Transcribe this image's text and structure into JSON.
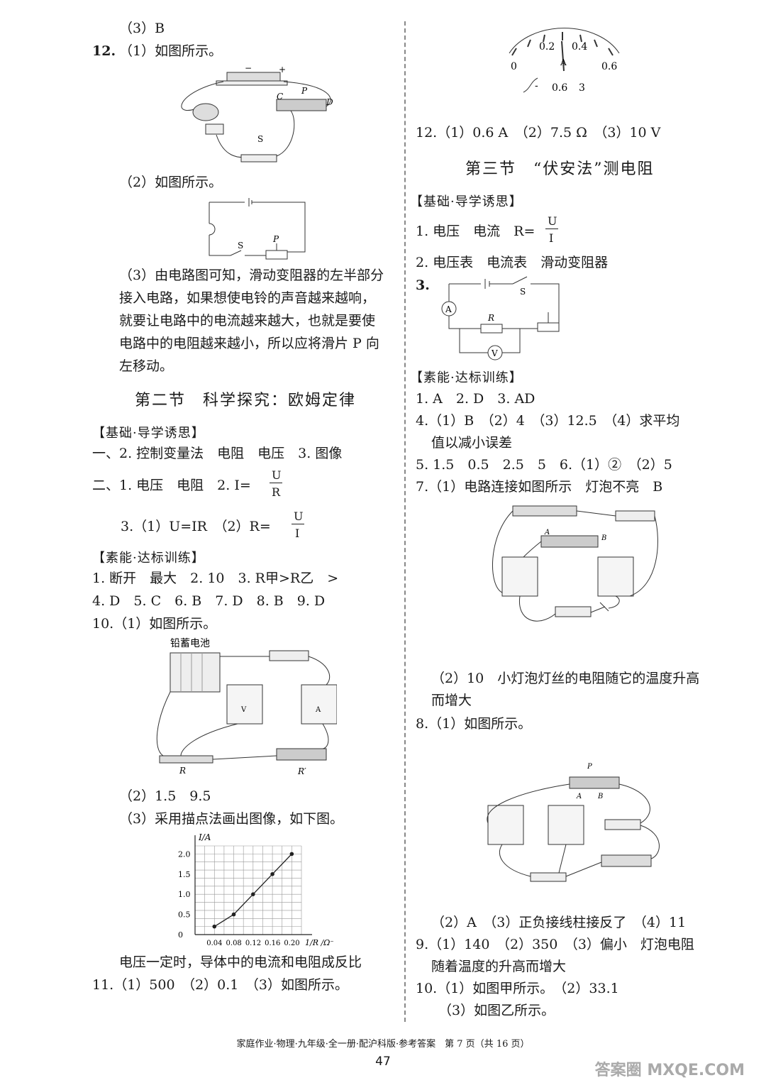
{
  "left": {
    "l1": "（3）B",
    "q12": "12.",
    "q12_1": "（1）如图所示。",
    "q12_2": "（2）如图所示。",
    "q12_3_lines": [
      "（3）由电路图可知，滑动变阻器的左半部分",
      "接入电路，如果想使电铃的声音越来越响，",
      "就要让电路中的电流越来越大，也就是要使",
      "电路中的电阻越来越小，所以应将滑片 P 向",
      "左移动。"
    ],
    "section2_title": "第二节　科学探究：欧姆定律",
    "jichu": "【基础·导学诱思】",
    "yi": "一、2. 控制变量法　电阻　电压　3. 图像",
    "er": "二、1. 电压　电阻　2. I=",
    "er3": "3.（1）U=IR　（2）R=",
    "suneng": "【素能·达标训练】",
    "a1": "1. 断开　最大　2. 10　3. R甲>R乙　>",
    "a2": "4. D　5. C　6. B　7. D　8. B　9. D",
    "a10": "10.（1）如图所示。",
    "battery_label": "铅蓄电池",
    "r_label": "R",
    "rp_label": "R′",
    "a10_2": "（2）1.5　9.5",
    "a10_3": "（3）采用描点法画出图像，如下图。",
    "conclusion": "电压一定时，导体中的电流和电阻成反比",
    "a11": "11.（1）500　（2）0.1　（3）如图所示。"
  },
  "right": {
    "meter_labels": [
      "0",
      "0.2",
      "0.4",
      "0.6"
    ],
    "terminal_labels": [
      "-",
      "0.6",
      "3"
    ],
    "r12": "12.（1）0.6 A　（2）7.5 Ω　（3）10 V",
    "section3_title": "第三节　“伏安法”测电阻",
    "jichu": "【基础·导学诱思】",
    "r1": "1. 电压　电流　R=",
    "r2": "2. 电压表　电流表　滑动变阻器",
    "r3": "3.",
    "suneng": "【素能·达标训练】",
    "s1": "1. A　2. D　3. AD",
    "s4a": "4.（1）B　（2）4　（3）12.5　（4）求平均",
    "s4b": "值以减小误差",
    "s5": "5. 1.5　0.5　2.5　5　6.（1）②　（2）5",
    "s7": "7.（1）电路连接如图所示　灯泡不亮　B",
    "s7_2a": "（2）10　小灯泡灯丝的电阻随它的温度升高",
    "s7_2b": "而增大",
    "s8": "8.（1）如图所示。",
    "s8_2": "（2）A　（3）正负接线柱接反了　（4）11",
    "s9a": "9.（1）140　（2）350　（3）偏小　灯泡电阻",
    "s9b": "随着温度的升高而增大",
    "s10": "10.（1）如图甲所示。　（2）33.1",
    "s10_3": "（3）如图乙所示。"
  },
  "frac": {
    "U": "U",
    "R": "R",
    "I": "I"
  },
  "circuit_labels": {
    "S": "S",
    "P": "P",
    "R": "R",
    "A": "A",
    "V": "V",
    "C": "C",
    "D": "D",
    "B": "B"
  },
  "chart_data": {
    "type": "line",
    "xlabel": "1/R /Ω⁻¹",
    "ylabel": "I/A",
    "x_ticks": [
      "0.04",
      "0.08",
      "0.12",
      "0.16",
      "0.20"
    ],
    "y_ticks": [
      "0",
      "0.5",
      "1.0",
      "1.5",
      "2.0"
    ],
    "x": [
      0.04,
      0.08,
      0.12,
      0.16,
      0.2
    ],
    "values": [
      0.2,
      0.5,
      1.0,
      1.5,
      2.0
    ],
    "xlim": [
      0,
      0.22
    ],
    "ylim": [
      0,
      2.2
    ],
    "grid": true
  },
  "footer": "家庭作业·物理·九年级·全一册·配沪科版·参考答案　第 7 页（共 16 页）",
  "page_number": "47",
  "watermark": "答案圈 MXQE.COM"
}
